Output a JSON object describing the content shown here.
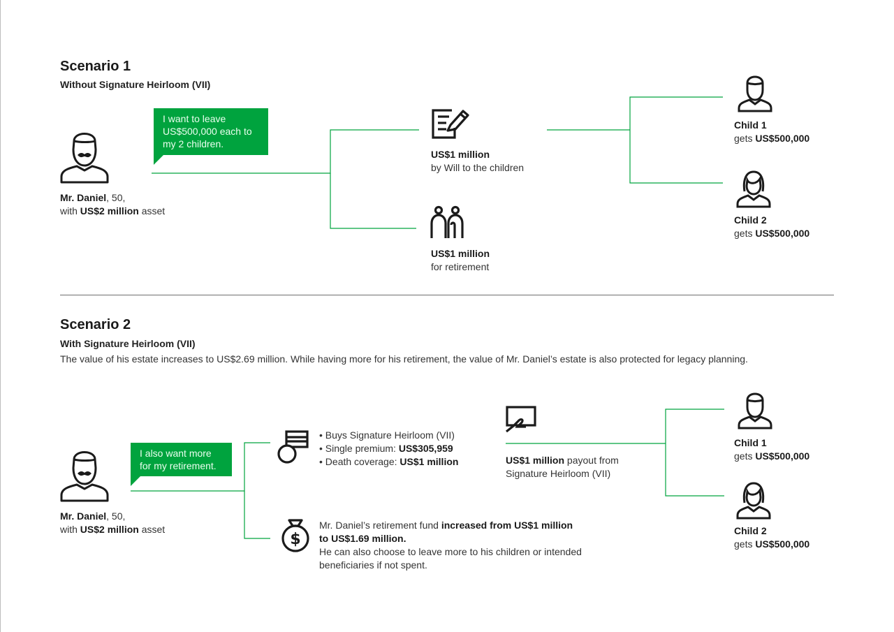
{
  "colors": {
    "accent": "#00a33e",
    "text": "#1a1a1a",
    "icon": "#1b1b1b"
  },
  "scenario1": {
    "title": "Scenario 1",
    "subtitle": "Without Signature Heirloom (VII)",
    "person": {
      "name": "Mr. Daniel",
      "age_text": ", 50,",
      "with": "with ",
      "asset": "US$2 million",
      "asset_suffix": " asset"
    },
    "bubble": [
      "I want to leave",
      "US$500,000 each to",
      "my 2 children."
    ],
    "will": {
      "amount": "US$1 million",
      "caption": "by Will to the children",
      "icon": "will-document-icon"
    },
    "retirement": {
      "amount": "US$1 million",
      "caption": "for retirement",
      "icon": "elderly-couple-icon"
    },
    "child1": {
      "label": "Child 1",
      "gets": "gets ",
      "amount": "US$500,000",
      "icon": "male-child-icon"
    },
    "child2": {
      "label": "Child 2",
      "gets": "gets ",
      "amount": "US$500,000",
      "icon": "female-child-icon"
    }
  },
  "scenario2": {
    "title": "Scenario 2",
    "subtitle": "With Signature Heirloom (VII)",
    "description": "The value of his estate increases to US$2.69 million. While having more for his retirement, the value of Mr. Daniel’s estate is also protected for legacy planning.",
    "person": {
      "name": "Mr. Daniel",
      "age_text": ", 50,",
      "with": "with ",
      "asset": "US$2 million",
      "asset_suffix": " asset"
    },
    "bubble": [
      "I also want more",
      "for my retirement."
    ],
    "policy": {
      "icon": "coin-and-card-icon",
      "bullet1": "• Buys Signature Heirloom (VII)",
      "bullet2_prefix": "• Single premium: ",
      "bullet2_value": "US$305,959",
      "bullet3_prefix": "• Death coverage: ",
      "bullet3_value": "US$1 million"
    },
    "payout": {
      "icon": "hand-payout-icon",
      "amount": "US$1 million",
      "suffix": " payout from",
      "line2": "Signature Heirloom (VII)"
    },
    "fund": {
      "icon": "money-bag-icon",
      "line1_prefix": "Mr. Daniel’s retirement fund ",
      "line1_bold": "increased from US$1 million",
      "line2_bold": "to US$1.69 million.",
      "line3": "He can also choose to leave more to his children or intended",
      "line4": "beneficiaries if not spent."
    },
    "child1": {
      "label": "Child 1",
      "gets": "gets ",
      "amount": "US$500,000",
      "icon": "male-child-icon"
    },
    "child2": {
      "label": "Child 2",
      "gets": "gets ",
      "amount": "US$500,000",
      "icon": "female-child-icon"
    }
  }
}
